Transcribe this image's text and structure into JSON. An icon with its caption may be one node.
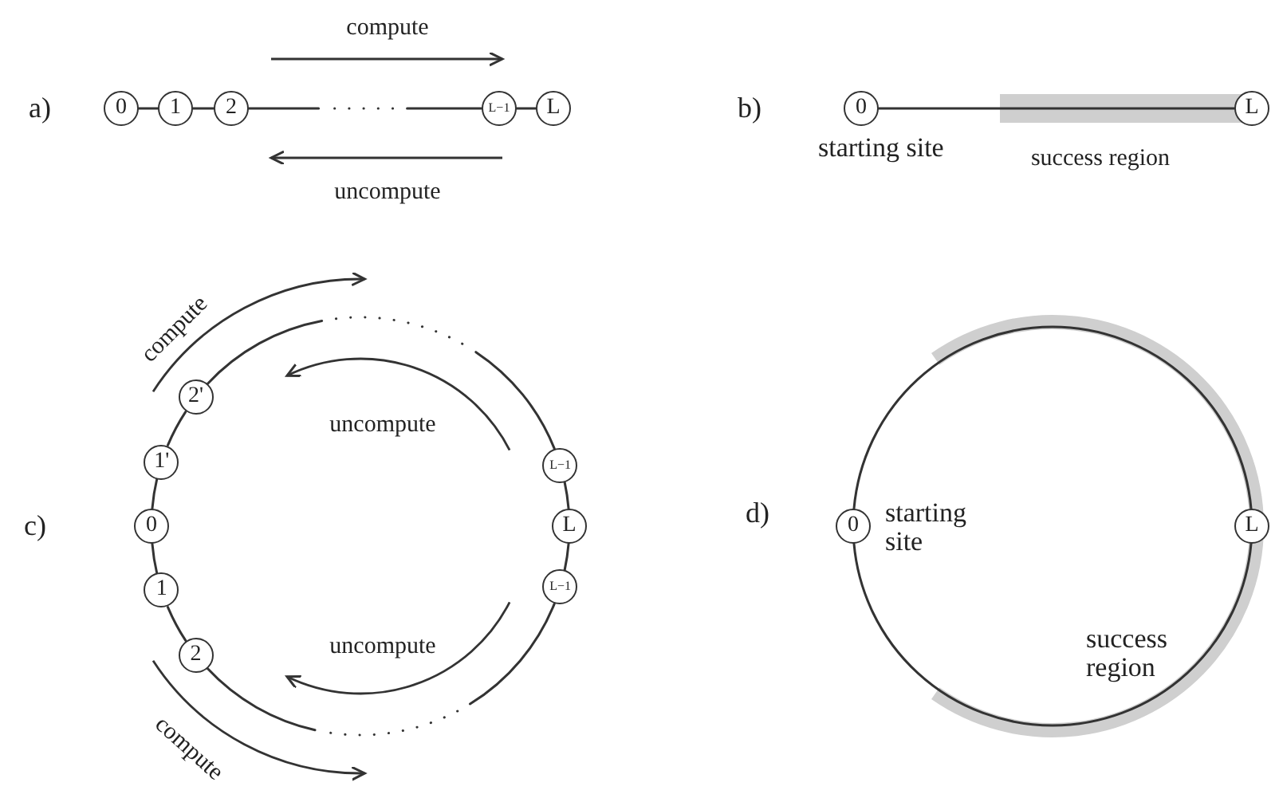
{
  "diagram": {
    "nodes": [
      {
        "text": [
          "0"
        ]
      },
      {
        "text": [
          "1"
        ]
      },
      {
        "text": [
          "2"
        ]
      },
      {
        "text": [
          "L−1"
        ]
      },
      {
        "text": [
          "L"
        ]
      },
      {
        "text": [
          "0"
        ],
        "beside": [
          "starting site"
        ]
      },
      {
        "text": [
          "L"
        ]
      },
      {
        "text": [
          "2'"
        ]
      },
      {
        "text": [
          "1'"
        ]
      },
      {
        "text": [
          "0"
        ]
      },
      {
        "text": [
          "1"
        ]
      },
      {
        "text": [
          "2"
        ]
      },
      {
        "text": [
          "L−1"
        ]
      },
      {
        "text": [
          "L"
        ]
      },
      {
        "text": [
          "L−1"
        ]
      },
      {
        "text": [
          "0"
        ],
        "beside": [
          "starting site"
        ]
      },
      {
        "text": [
          "L"
        ]
      }
    ],
    "edges": [
      {
        "from": 0,
        "to": 1,
        "arrow": "none"
      },
      {
        "from": 1,
        "to": 2,
        "arrow": "none"
      },
      {
        "from": 2,
        "to": 3,
        "arrow": "none",
        "style": "dashed"
      },
      {
        "from": 3,
        "to": 4,
        "arrow": "none"
      },
      {
        "from": 5,
        "to": 6,
        "arrow": "none"
      },
      {
        "from": 7,
        "to": 8,
        "arrow": "none"
      },
      {
        "from": 8,
        "to": 9,
        "arrow": "none"
      },
      {
        "from": 9,
        "to": 10,
        "arrow": "none"
      },
      {
        "from": 10,
        "to": 11,
        "arrow": "none"
      },
      {
        "from": 11,
        "to": 14,
        "arrow": "none",
        "style": "dashed"
      },
      {
        "from": 14,
        "to": 13,
        "arrow": "none"
      },
      {
        "from": 13,
        "to": 12,
        "arrow": "none"
      },
      {
        "from": 12,
        "to": 7,
        "arrow": "none",
        "style": "dashed"
      },
      {
        "from": 15,
        "to": 16,
        "arrow": "none"
      },
      {
        "from": 15,
        "to": 16,
        "arrow": "none"
      }
    ],
    "labels": [
      "a)",
      "compute",
      "uncompute",
      "b)",
      "success region",
      "c)",
      "compute",
      "uncompute",
      "uncompute",
      "compute",
      "d)",
      "success region"
    ]
  }
}
